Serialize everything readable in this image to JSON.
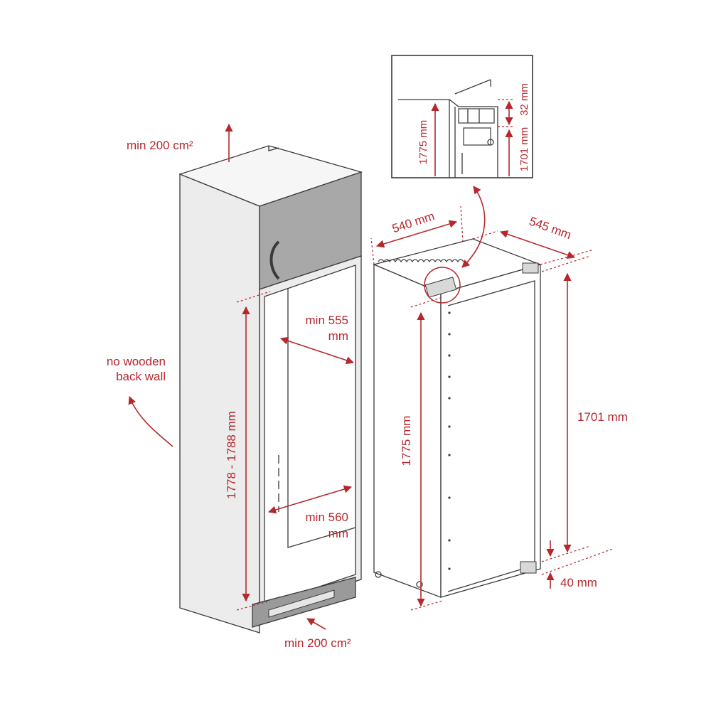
{
  "colors": {
    "annotation": "#b5282e",
    "outline": "#3a3a3a",
    "cabinet_side": "#ececec",
    "cabinet_top": "#f6f6f6",
    "door_panel": "#a8a8a8",
    "appliance_body": "#ffffff"
  },
  "labels": {
    "vent_top": "min 200 cm²",
    "vent_bottom": "min 200 cm²",
    "back_wall_line1": "no wooden",
    "back_wall_line2": "back wall",
    "niche_height": "1778 - 1788 mm",
    "niche_depth_line1": "min 555",
    "niche_depth_line2": "mm",
    "niche_width_line1": "min 560",
    "niche_width_line2": "mm",
    "appliance_width": "540 mm",
    "appliance_depth": "545 mm",
    "appliance_height": "1775 mm",
    "body_height": "1701 mm",
    "base_gap": "40 mm",
    "detail_total": "1775 mm",
    "detail_body": "1701 mm",
    "detail_top": "32 mm"
  },
  "icons": [
    "arrow-icon",
    "handle-icon",
    "vent-grille-icon",
    "hinge-icon"
  ]
}
